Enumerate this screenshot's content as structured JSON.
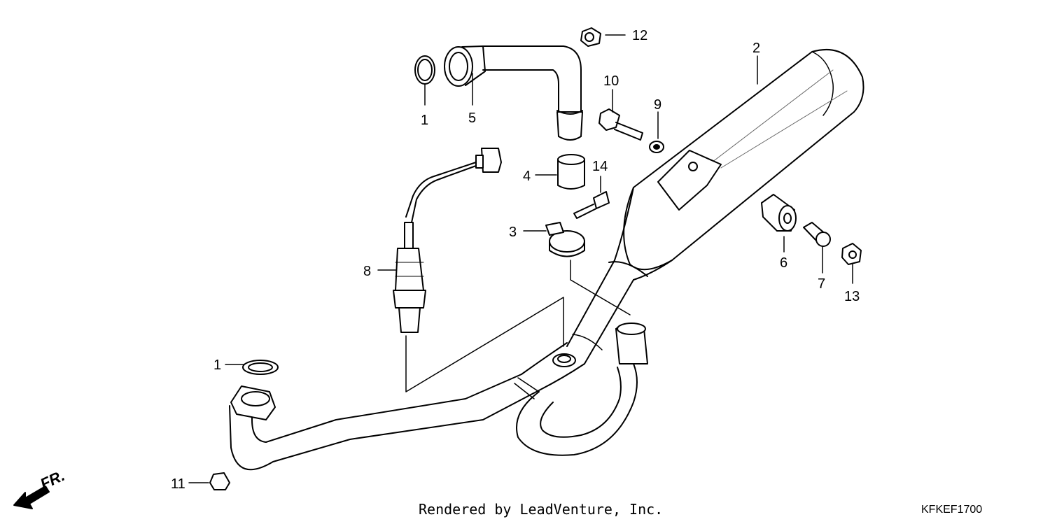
{
  "diagram": {
    "direction_label": "FR.",
    "callouts": [
      "1",
      "2",
      "3",
      "4",
      "5",
      "6",
      "7",
      "8",
      "9",
      "10",
      "11",
      "12",
      "13",
      "14"
    ],
    "footer": {
      "credit": "Rendered by LeadVenture, Inc.",
      "code": "KFKEF1700"
    },
    "colors": {
      "line": "#000000",
      "fill": "#ffffff",
      "shade": "#d9d9d9"
    }
  }
}
